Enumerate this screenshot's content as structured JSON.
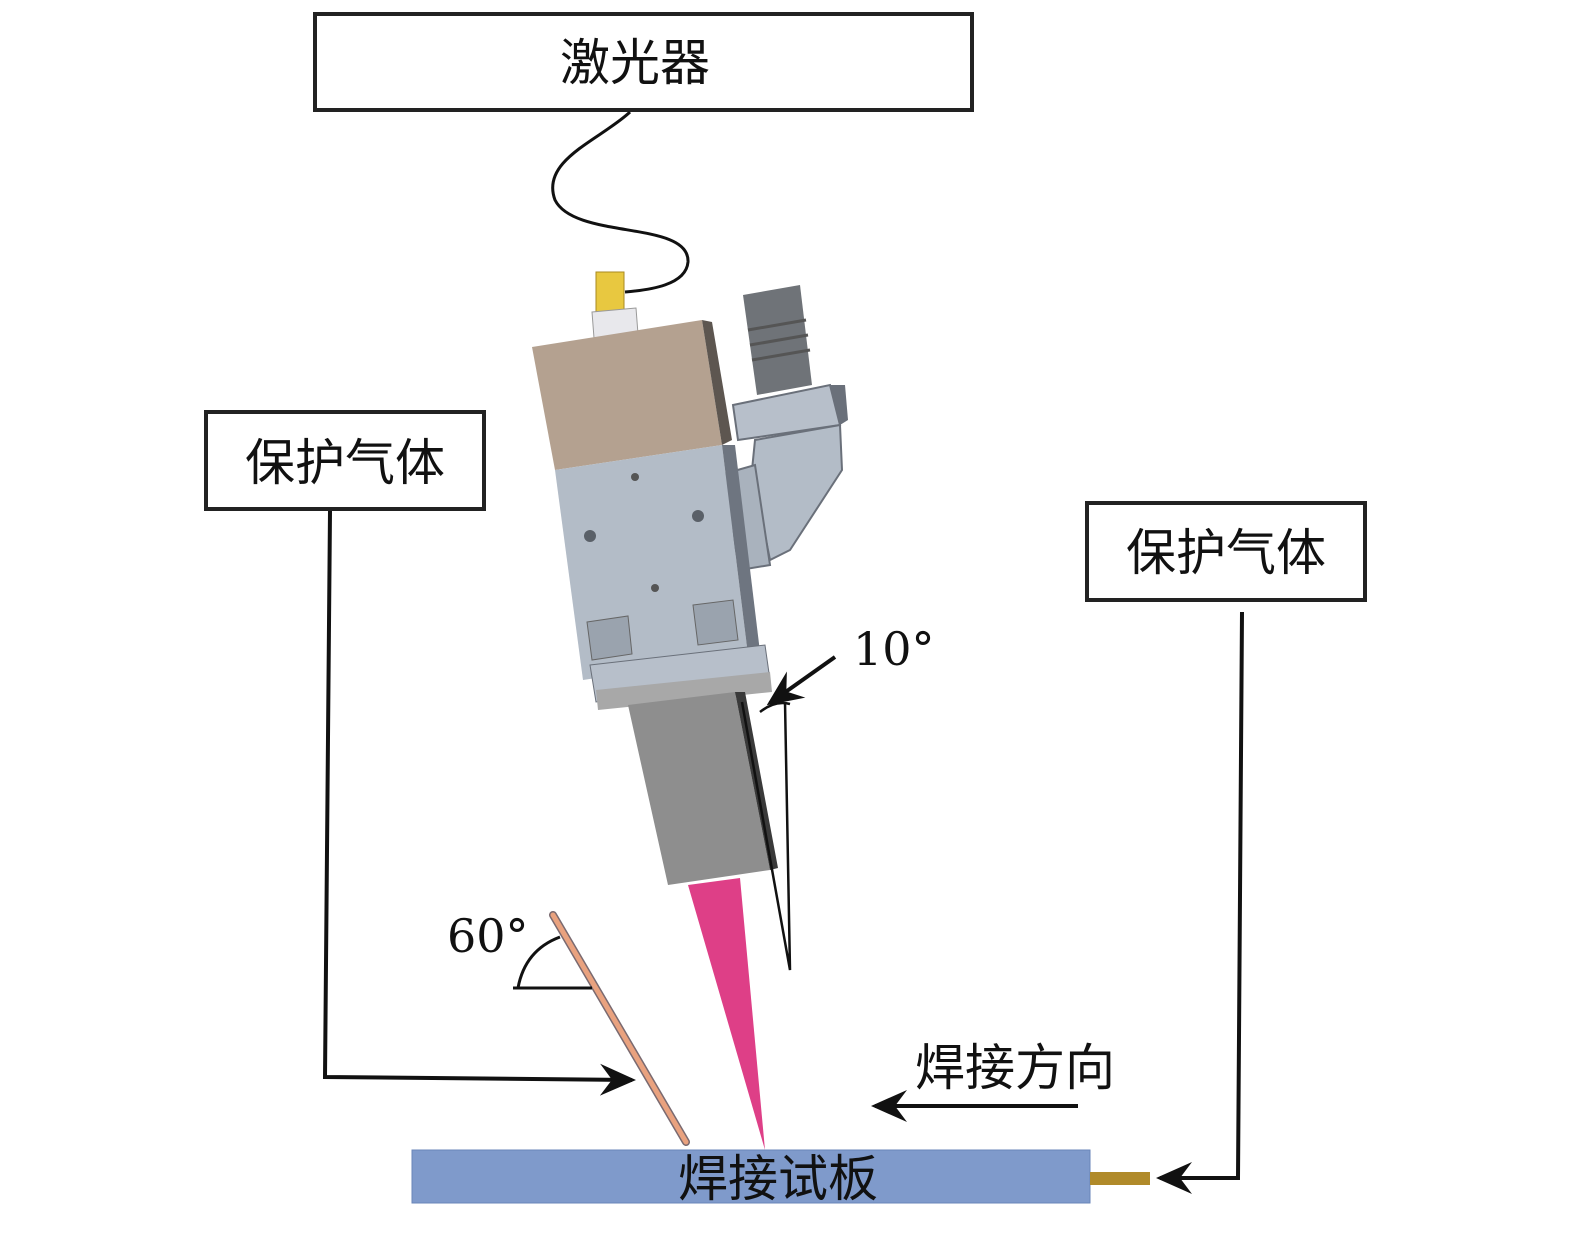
{
  "labels": {
    "laser": "激光器",
    "shield_gas_left": "保护气体",
    "shield_gas_right": "保护气体",
    "angle_head": "10°",
    "angle_wire": "60°",
    "welding_direction": "焊接方向",
    "test_plate": "焊接试板"
  },
  "colors": {
    "plate": "#7f9acb",
    "beam": "#de3f87",
    "head_top": "#b4a190",
    "head_body": "#b3bcc7",
    "nozzle": "#8e8e8e",
    "wire": "#e9a27f",
    "connector": "#e8c840",
    "gas_tube": "#b08a2a"
  }
}
